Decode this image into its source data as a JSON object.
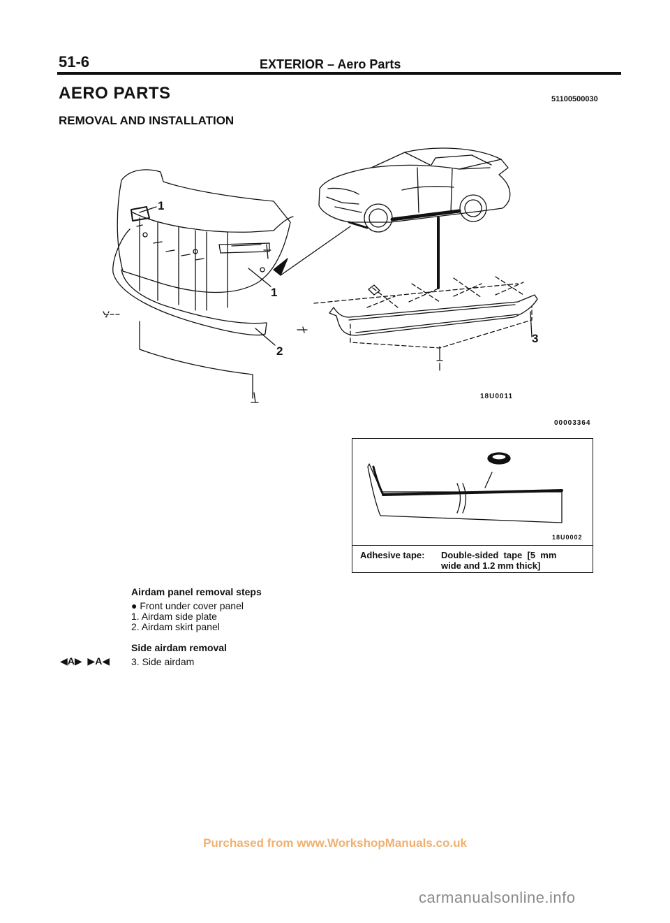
{
  "header": {
    "page_number": "51-6",
    "title": "EXTERIOR – Aero Parts"
  },
  "section": {
    "heading": "AERO PARTS",
    "subheading": "REMOVAL AND INSTALLATION",
    "code": "51100500030"
  },
  "figure": {
    "callouts": [
      "1",
      "1",
      "2",
      "3"
    ],
    "ref_code": "18U0011",
    "doc_number": "00003364"
  },
  "tape_inset": {
    "ref_code": "18U0002",
    "label": "Adhesive tape:",
    "value_line1": "Double-sided  tape  [5  mm",
    "value_line2": "wide and 1.2 mm thick]"
  },
  "steps": {
    "airdam_title": "Airdam panel removal steps",
    "airdam_items": [
      "● Front under cover panel",
      "1. Airdam side plate",
      "2. Airdam skirt panel"
    ],
    "side_title": "Side airdam removal",
    "side_items": [
      "3. Side airdam"
    ],
    "side_symbols": "◀A▶  ▶A◀"
  },
  "footer": {
    "link_text": "Purchased from www.WorkshopManuals.co.uk",
    "watermark": "carmanualsonline.info"
  },
  "colors": {
    "footer_link": "#f0b070",
    "watermark": "#8a8a8a",
    "ink": "#111111"
  }
}
